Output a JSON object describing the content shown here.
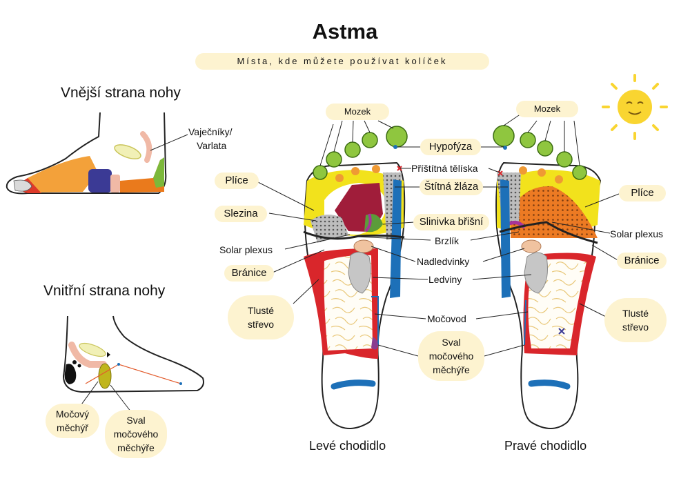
{
  "title": "Astma",
  "subtitle": "Místa, kde můžete používat kolíček",
  "outer_heading": "Vnější strana nohy",
  "inner_heading": "Vnitřní strana nohy",
  "left_caption": "Levé chodidlo",
  "right_caption": "Pravé chodidlo",
  "outer_labels": {
    "ovaries_line1": "Vaječníky/",
    "ovaries_line2": "Varlata"
  },
  "inner_labels": {
    "bladder_line1": "Močový",
    "bladder_line2": "měchýř",
    "bladder_muscle_line1": "Sval",
    "bladder_muscle_line2": "močového",
    "bladder_muscle_line3": "měchýře"
  },
  "left_labels": {
    "brain": "Mozek",
    "lungs": "Plíce",
    "spleen": "Slezina",
    "solar_plexus": "Solar plexus",
    "diaphragm": "Bránice",
    "colon_line1": "Tlusté",
    "colon_line2": "střevo"
  },
  "center_labels": {
    "pituitary": "Hypofýza",
    "parathyroid": "Příštítná tělíska",
    "thyroid": "Štítná žláza",
    "pancreas": "Slinivka břišní",
    "thymus": "Brzlík",
    "adrenals": "Nadledvinky",
    "kidneys": "Ledviny",
    "ureter": "Močovod",
    "bladder_muscle_line1": "Sval",
    "bladder_muscle_line2": "močového",
    "bladder_muscle_line3": "měchýře"
  },
  "right_labels": {
    "brain": "Mozek",
    "lungs": "Plíce",
    "solar_plexus": "Solar plexus",
    "diaphragm": "Bránice",
    "colon_line1": "Tlusté",
    "colon_line2": "střevo"
  },
  "colors": {
    "label_bg": "#fdf3d0",
    "toe_green": "#8fc63f",
    "lung_yellow": "#f2e21c",
    "intestine_red": "#d9262b",
    "spine_blue": "#1d70b8",
    "sun": "#f9d531"
  },
  "icons": [
    "sun-icon",
    "red-x-marker"
  ]
}
